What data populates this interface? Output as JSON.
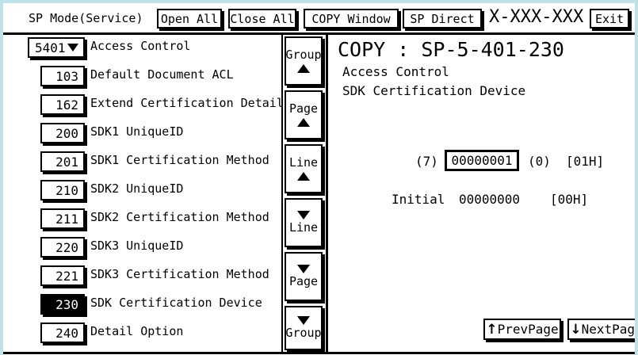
{
  "window": {
    "title": "SP Mode(Service)",
    "machine_code": "X-XXX-XXX",
    "border_color": "#bfe2e8"
  },
  "header": {
    "buttons": [
      {
        "name": "open-all",
        "label": "Open All"
      },
      {
        "name": "close-all",
        "label": "Close All"
      },
      {
        "name": "copy-window",
        "label": "COPY Window"
      },
      {
        "name": "sp-direct",
        "label": "SP Direct"
      }
    ],
    "exit_label": "Exit"
  },
  "sidebar": {
    "group": {
      "code": "5401",
      "label": "Access Control",
      "caret": "chevron-down-icon",
      "expanded": true
    },
    "items": [
      {
        "code": "103",
        "label": "Default Document ACL",
        "selected": false
      },
      {
        "code": "162",
        "label": "Extend Certification Detail",
        "selected": false
      },
      {
        "code": "200",
        "label": "SDK1 UniqueID",
        "selected": false
      },
      {
        "code": "201",
        "label": "SDK1 Certification Method",
        "selected": false
      },
      {
        "code": "210",
        "label": "SDK2 UniqueID",
        "selected": false
      },
      {
        "code": "211",
        "label": "SDK2 Certification Method",
        "selected": false
      },
      {
        "code": "220",
        "label": "SDK3 UniqueID",
        "selected": false
      },
      {
        "code": "221",
        "label": "SDK3 Certification Method",
        "selected": false
      },
      {
        "code": "230",
        "label": "SDK Certification Device",
        "selected": true
      },
      {
        "code": "240",
        "label": "Detail Option",
        "selected": false
      }
    ]
  },
  "nav": {
    "buttons": [
      {
        "name": "group-up",
        "label": "Group",
        "arrow": "up",
        "arrow_first": false
      },
      {
        "name": "page-up",
        "label": "Page",
        "arrow": "up",
        "arrow_first": false
      },
      {
        "name": "line-up",
        "label": "Line",
        "arrow": "up",
        "arrow_first": false
      },
      {
        "name": "line-down",
        "label": "Line",
        "arrow": "down",
        "arrow_first": true
      },
      {
        "name": "page-down",
        "label": "Page",
        "arrow": "down",
        "arrow_first": true
      },
      {
        "name": "group-down",
        "label": "Group",
        "arrow": "down",
        "arrow_first": true
      }
    ]
  },
  "detail": {
    "title": "COPY : SP-5-401-230",
    "subtitle1": "Access Control",
    "subtitle2": "SDK Certification Device",
    "value": {
      "index": "(7)",
      "current": "00000001",
      "suffix": "(0)",
      "hex": "[01H]"
    },
    "initial": {
      "label": "Initial",
      "value": "00000000",
      "hex": "[00H]"
    },
    "prev_page_label": "PrevPage",
    "next_page_label": "NextPage",
    "prev_arrow": "↑",
    "next_arrow": "↓"
  }
}
